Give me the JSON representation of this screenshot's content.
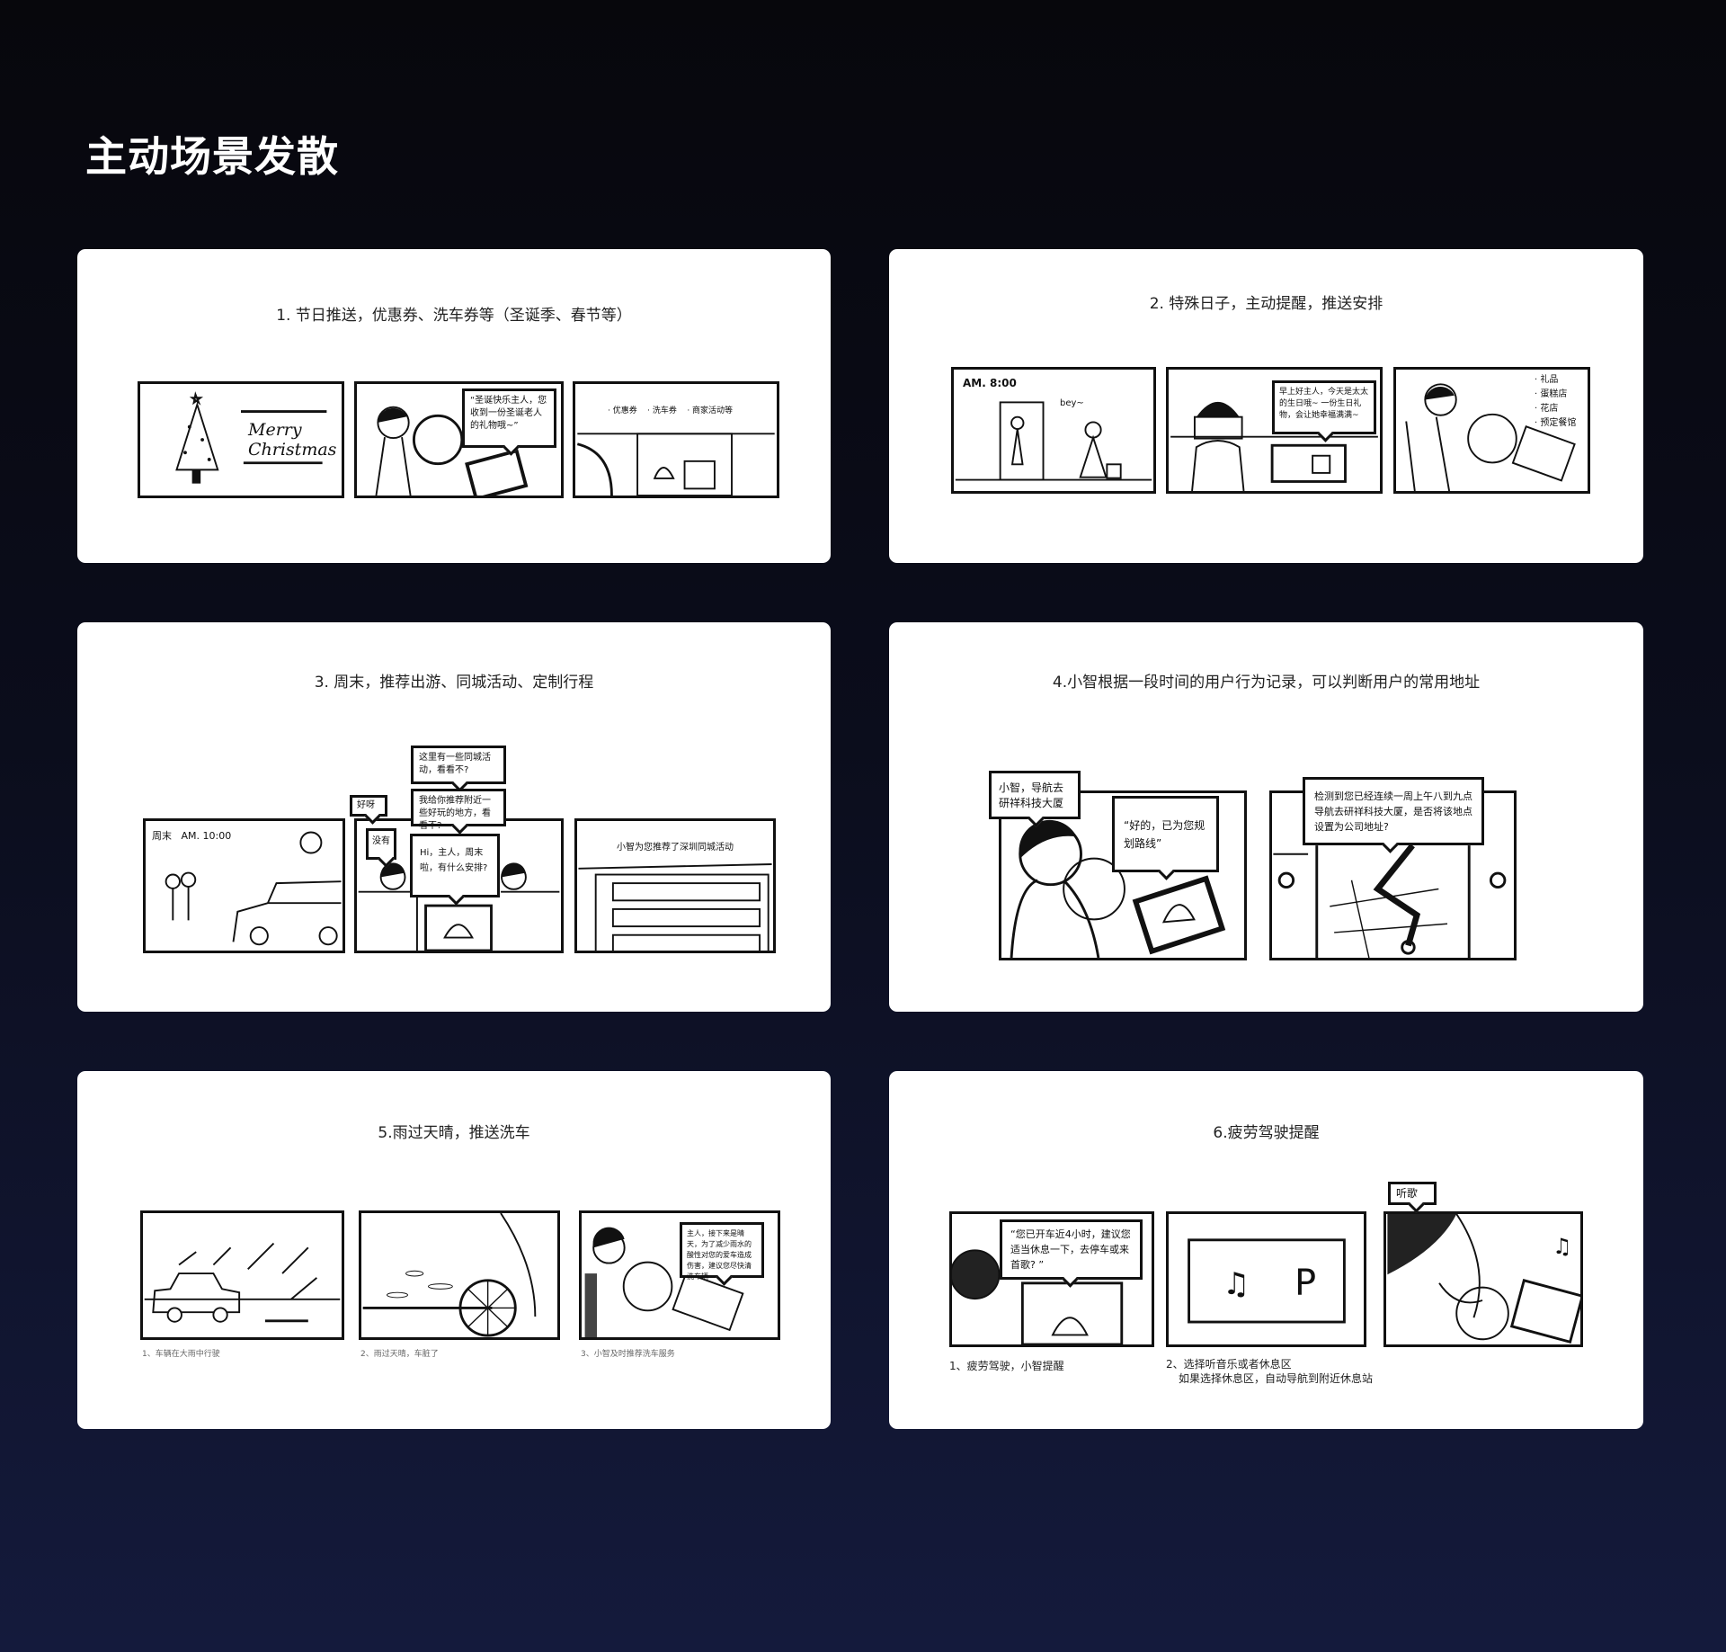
{
  "page_title": "主动场景发散",
  "cards": [
    {
      "title": "1. 节日推送，优惠券、洗车券等（圣诞季、春节等）",
      "panels": [
        {
          "sketch_text": "Merry Christmas"
        },
        {
          "bubble": "“圣诞快乐主人，您收到一份圣诞老人的礼物哦~”"
        },
        {
          "text": "· 优惠券    · 洗车券    · 商家活动等"
        }
      ]
    },
    {
      "title": "2. 特殊日子，主动提醒，推送安排",
      "panels": [
        {
          "time": "AM. 8:00",
          "speech": "bey~"
        },
        {
          "bubble": "早上好主人，今天是太太的生日哦~ 一份生日礼物，会让她幸福满满~"
        },
        {
          "list": [
            "· 礼品",
            "· 蛋糕店",
            "· 花店",
            "· 预定餐馆"
          ]
        }
      ]
    },
    {
      "title": "3. 周末，推荐出游、同城活动、定制行程",
      "bubbles_above": [
        "这里有一些同城活动，看看不?",
        "我给你推荐附近一些好玩的地方，看看不?",
        "好呀"
      ],
      "panels": [
        {
          "time": "周末   AM. 10:00"
        },
        {
          "bubbles": [
            "没有",
            "Hi，主人，周末啦，有什么安排?"
          ]
        },
        {
          "text": "小智为您推荐了深圳同城活动"
        }
      ]
    },
    {
      "title": "4.小智根据一段时间的用户行为记录，可以判断用户的常用地址",
      "bubbles_above": [
        "小智，导航去研祥科技大厦",
        "检测到您已经连续一周上午八到九点导航去研祥科技大厦，是否将该地点设置为公司地址?"
      ],
      "panels": [
        {
          "bubble": "“好的，已为您规划路线”"
        },
        {}
      ]
    },
    {
      "title": "5.雨过天晴，推送洗车",
      "panels": [
        {
          "caption": "1、车辆在大雨中行驶"
        },
        {
          "caption": "2、雨过天晴，车脏了"
        },
        {
          "caption": "3、小智及时推荐洗车服务",
          "bubble": "主人，接下来是晴天，为了减少雨水的酸性对您的爱车造成伤害，建议您尽快清洗车辆"
        }
      ]
    },
    {
      "title": "6.疲劳驾驶提醒",
      "bubbles_above": [
        "听歌"
      ],
      "panels": [
        {
          "caption": "1、疲劳驾驶，小智提醒",
          "bubble": "“您已开车近4小时，建议您适当休息一下，去停车或来首歌? ”"
        },
        {
          "caption": "2、选择听音乐或者休息区",
          "caption2": "如果选择休息区，自动导航到附近休息站",
          "icons": [
            "music-note-icon",
            "parking-icon"
          ],
          "parking_letter": "P"
        },
        {}
      ]
    }
  ]
}
